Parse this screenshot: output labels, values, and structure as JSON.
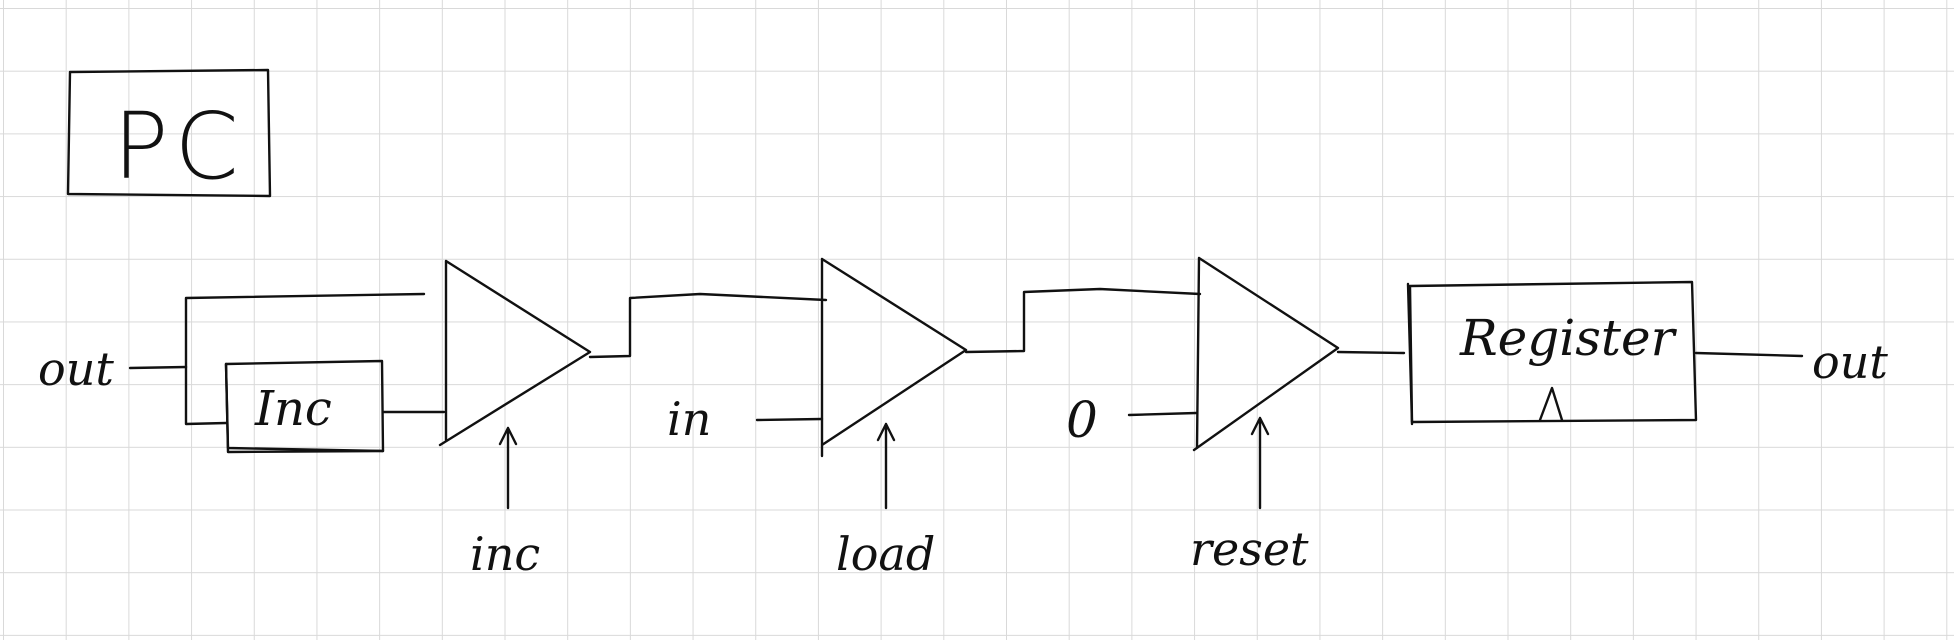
{
  "diagram": {
    "title": "PC",
    "input_label": "out",
    "output_label": "out",
    "inc_box_label": "Inc",
    "register_label": "Register",
    "clock_symbol": "Λ",
    "mux1": {
      "data_input_label": "",
      "select_label": "inc"
    },
    "mux2": {
      "data_input_label": "in",
      "select_label": "load"
    },
    "mux3": {
      "data_input_label": "0",
      "select_label": "reset"
    }
  }
}
